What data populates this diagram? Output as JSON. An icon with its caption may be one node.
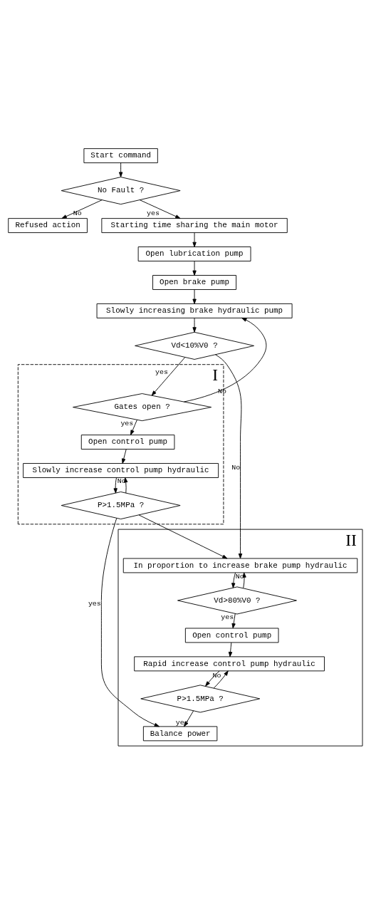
{
  "diagram": {
    "nodes": [
      {
        "text": [
          "Start command"
        ]
      },
      {
        "text": [
          "No Fault ?"
        ]
      },
      {
        "text": [
          "Refused action"
        ]
      },
      {
        "text": [
          "Starting time sharing the main motor"
        ]
      },
      {
        "text": [
          "Open lubrication pump"
        ]
      },
      {
        "text": [
          "Open brake pump"
        ]
      },
      {
        "text": [
          "Slowly increasing brake hydraulic pump"
        ]
      },
      {
        "text": [
          "Vd<10%V0 ?"
        ]
      },
      {
        "text": [
          "I"
        ]
      },
      {
        "text": [
          "Gates open ?"
        ],
        "in": 8
      },
      {
        "text": [
          "Open control pump"
        ],
        "in": 8
      },
      {
        "text": [
          "Slowly increase control pump hydraulic"
        ],
        "in": 8
      },
      {
        "text": [
          "P>1.5MPa ?"
        ],
        "in": 8
      },
      {
        "text": [
          "II"
        ]
      },
      {
        "text": [
          "In proportion to increase brake pump hydraulic"
        ],
        "in": 13
      },
      {
        "text": [
          "Vd>80%V0 ?"
        ],
        "in": 13
      },
      {
        "text": [
          "Open control pump"
        ],
        "in": 13
      },
      {
        "text": [
          "Rapid increase control pump hydraulic"
        ],
        "in": 13
      },
      {
        "text": [
          "P>1.5MPa ?"
        ],
        "in": 13
      },
      {
        "text": [
          "Balance power"
        ],
        "in": 13
      }
    ],
    "edges": [
      {
        "from": 0,
        "to": 1,
        "arrow": "to"
      },
      {
        "from": 1,
        "to": 2,
        "arrow": "to",
        "label": "No"
      },
      {
        "from": 1,
        "to": 3,
        "arrow": "to",
        "label": "yes"
      },
      {
        "from": 3,
        "to": 4,
        "arrow": "to"
      },
      {
        "from": 4,
        "to": 5,
        "arrow": "to"
      },
      {
        "from": 5,
        "to": 6,
        "arrow": "to"
      },
      {
        "from": 6,
        "to": 7,
        "arrow": "to"
      },
      {
        "from": 7,
        "to": 9,
        "arrow": "to",
        "label": "yes"
      },
      {
        "from": 7,
        "to": 14,
        "arrow": "to",
        "label": "No"
      },
      {
        "from": 9,
        "to": 6,
        "arrow": "to",
        "label": "No"
      },
      {
        "from": 9,
        "to": 10,
        "arrow": "to",
        "label": "yes"
      },
      {
        "from": 10,
        "to": 11,
        "arrow": "to"
      },
      {
        "from": 11,
        "to": 12,
        "arrow": "to"
      },
      {
        "from": 12,
        "to": 11,
        "arrow": "to",
        "label": "No"
      },
      {
        "from": 12,
        "to": 14,
        "arrow": "to"
      },
      {
        "from": 12,
        "to": 19,
        "arrow": "to",
        "label": "yes"
      },
      {
        "from": 14,
        "to": 15,
        "arrow": "to"
      },
      {
        "from": 15,
        "to": 14,
        "arrow": "to",
        "label": "No"
      },
      {
        "from": 15,
        "to": 16,
        "arrow": "to",
        "label": "yes"
      },
      {
        "from": 16,
        "to": 17,
        "arrow": "to"
      },
      {
        "from": 17,
        "to": 18,
        "arrow": "to"
      },
      {
        "from": 18,
        "to": 17,
        "arrow": "to",
        "label": "No"
      },
      {
        "from": 18,
        "to": 19,
        "arrow": "to",
        "label": "yes"
      }
    ]
  }
}
